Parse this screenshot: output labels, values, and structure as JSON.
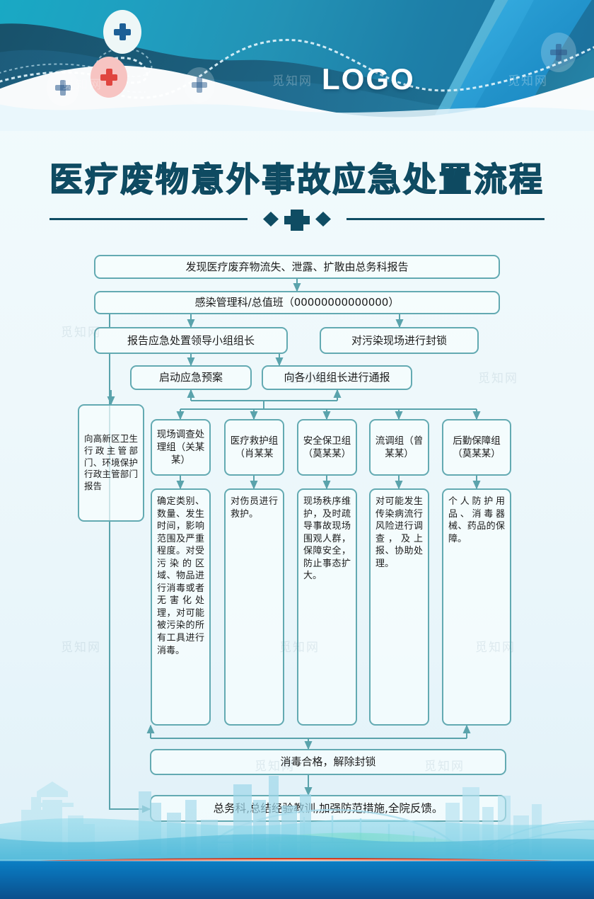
{
  "header": {
    "logo_text": "LOGO",
    "watermarks": [
      "觅知网",
      "觅知网",
      "觅知网"
    ],
    "badges": [
      {
        "name": "cross-badge-blue-top",
        "color": "#1d5f96"
      },
      {
        "name": "cross-badge-red",
        "color": "#e0453f"
      },
      {
        "name": "cross-badge-faded-left",
        "color": "#3f6f9c"
      },
      {
        "name": "cross-badge-faded-mid",
        "color": "#3f6f9c"
      },
      {
        "name": "cross-badge-faded-right",
        "color": "#49719c"
      }
    ]
  },
  "title": {
    "text": "医疗废物意外事故应急处置流程",
    "color": "#13556e"
  },
  "divider": {
    "icon": "medical-cross-diamond-divider",
    "color": "#0f4c63"
  },
  "flow": {
    "step1": "发现医疗废弃物流失、泄露、扩散由总务科报告",
    "step2": "感染管理科/总值班（00000000000000）",
    "step3_left": "报告应急处置领导小组组长",
    "step3_right": "对污染现场进行封锁",
    "step4_left": "启动应急预案",
    "step4_right": "向各小组组长进行通报",
    "side_report": "向高新区卫生行政主管部门、环境保护行政主管部门报告",
    "groups": [
      {
        "name": "现场调查处理组（关某某）"
      },
      {
        "name": "医疗救护组（肖某某"
      },
      {
        "name": "安全保卫组（莫某某）"
      },
      {
        "name": "流调组（曾某某）"
      },
      {
        "name": "后勤保障组（莫某某）"
      }
    ],
    "duties": [
      "确定类别、数量、发生时间，影响范围及严重程度。对受污染的区域、物品进行消毒或者无害化处理，对可能被污染的所有工具进行消毒。",
      "对伤员进行救护。",
      "现场秩序维护，及时疏导事故现场围观人群，保障安全，防止事态扩大。",
      "对可能发生传染病流行风险进行调查，及上报、协助处理。",
      "个人防护用品、消毒器械、药品的保障。"
    ],
    "final1": "消毒合格，解除封锁",
    "final2": "总务科,总结经验教训,加强防范措施,全院反馈。",
    "box_border_color": "#63aab2",
    "arrow_color": "#5aa3ac"
  },
  "watermark_text": "觅知网"
}
